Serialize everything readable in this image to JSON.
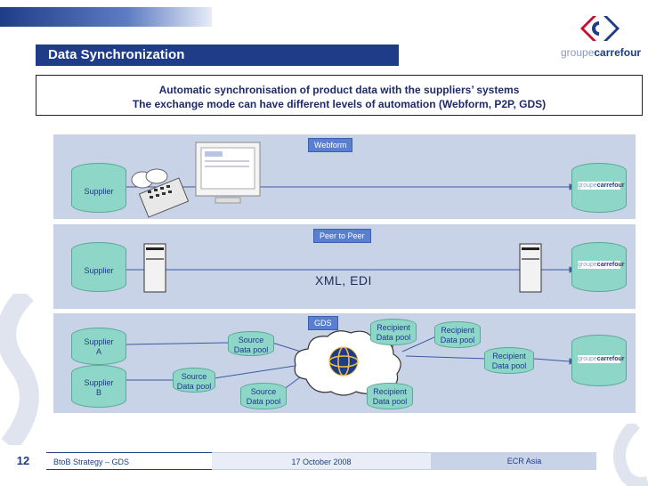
{
  "header": {
    "title": "Data Synchronization",
    "intro_line1": "Automatic synchronisation of product data with the suppliers’ systems",
    "intro_line2": "The exchange mode can have different levels of automation (Webform, P2P, GDS)"
  },
  "logo": {
    "prefix": "groupe",
    "brand": "carrefour"
  },
  "colors": {
    "navy": "#1f3c88",
    "panel": "#c9d3e8",
    "cylinder": "#8dd6c8",
    "tag": "#5b7fd0"
  },
  "rows": {
    "webform": {
      "tag": "Webform",
      "supplier": "Supplier",
      "recipient_logo_prefix": "groupe",
      "recipient_logo_brand": "carrefour"
    },
    "p2p": {
      "tag": "Peer to Peer",
      "supplier": "Supplier",
      "protocol": "XML, EDI",
      "recipient_logo_prefix": "groupe",
      "recipient_logo_brand": "carrefour"
    },
    "gds": {
      "tag": "GDS",
      "supplier_a_line1": "Supplier",
      "supplier_a_line2": "A",
      "supplier_b_line1": "Supplier",
      "supplier_b_line2": "B",
      "source_pool_line1": "Source",
      "source_pool_line2": "Data pool",
      "recipient_pool_line1": "Recipient",
      "recipient_pool_line2": "Data pool",
      "recipient_logo_prefix": "groupe",
      "recipient_logo_brand": "carrefour"
    }
  },
  "footer": {
    "page_number": "12",
    "left": "BtoB Strategy – GDS",
    "center": "17 October 2008",
    "right": "ECR Asia"
  }
}
